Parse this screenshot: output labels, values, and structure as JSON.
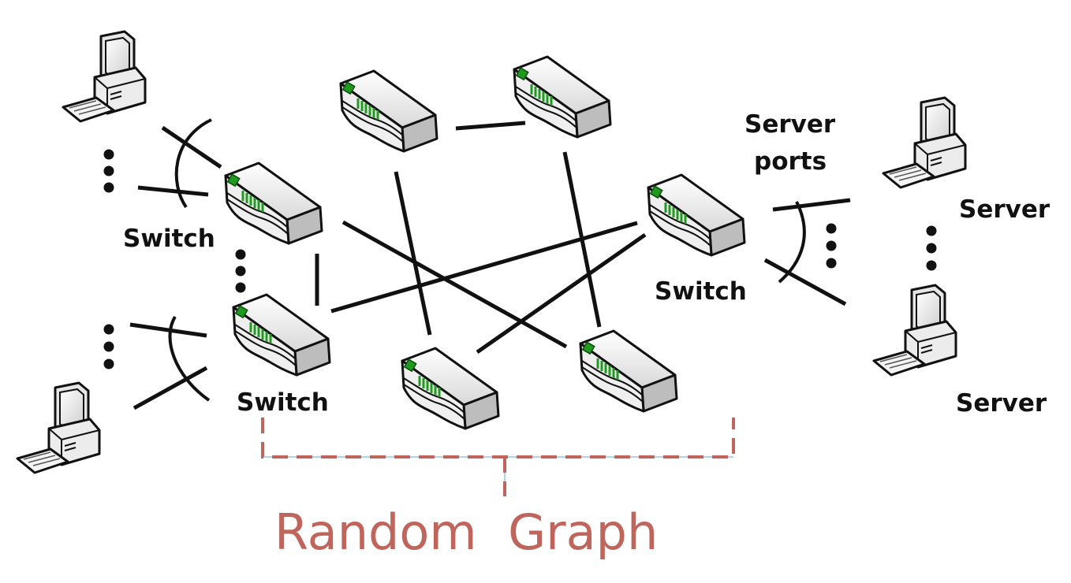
{
  "labels": {
    "switch_top_left": "Switch",
    "switch_bottom_left": "Switch",
    "switch_right": "Switch",
    "server_ports_line1": "Server",
    "server_ports_line2": "ports",
    "server_top": "Server",
    "server_bottom": "Server",
    "caption": "Random  Graph"
  },
  "colors": {
    "caption": "#c0655b",
    "bracket": "#c0655b",
    "bracket_guide": "#5fa8d3",
    "switch_led": "#1f9a1f",
    "switch_body": "#f2f2f2"
  },
  "icons": {
    "computer": "desktop-computer-icon",
    "switch": "network-switch-icon"
  }
}
